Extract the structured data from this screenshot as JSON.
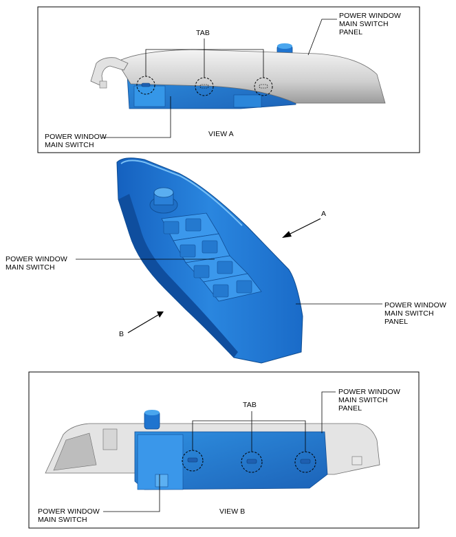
{
  "view_a": {
    "panel_label_line1": "POWER WINDOW",
    "panel_label_line2": "MAIN SWITCH",
    "panel_label_line3": "PANEL",
    "tab_label": "TAB",
    "switch_label_line1": "POWER WINDOW",
    "switch_label_line2": "MAIN SWITCH",
    "caption": "VIEW A"
  },
  "middle": {
    "switch_label_line1": "POWER WINDOW",
    "switch_label_line2": "MAIN SWITCH",
    "panel_label_line1": "POWER WINDOW",
    "panel_label_line2": "MAIN SWITCH",
    "panel_label_line3": "PANEL",
    "arrow_a": "A",
    "arrow_b": "B"
  },
  "view_b": {
    "tab_label": "TAB",
    "panel_label_line1": "POWER WINDOW",
    "panel_label_line2": "MAIN SWITCH",
    "panel_label_line3": "PANEL",
    "switch_label_line1": "POWER WINDOW",
    "switch_label_line2": "MAIN SWITCH",
    "caption": "VIEW B"
  }
}
